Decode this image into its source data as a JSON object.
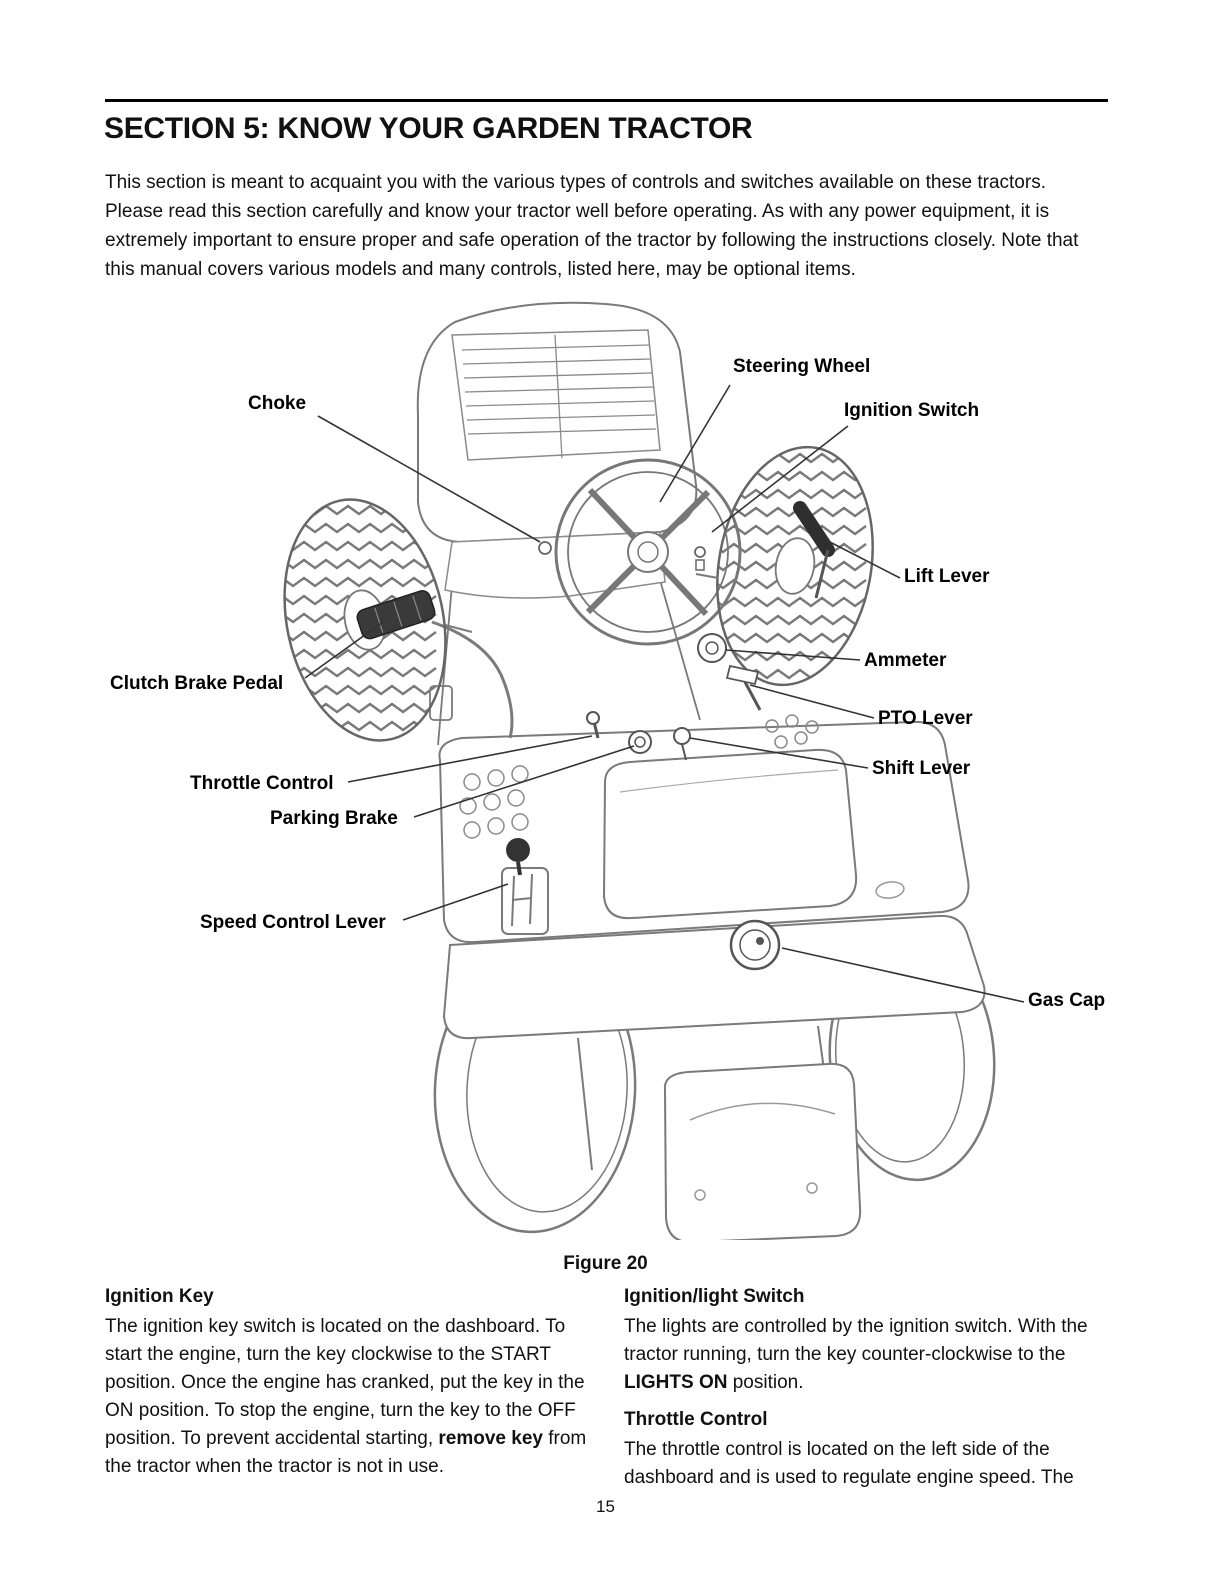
{
  "header": {
    "title": "SECTION 5:  KNOW YOUR GARDEN TRACTOR"
  },
  "intro": "This section is meant to acquaint you with the various types of controls and switches available on these tractors. Please read this section carefully and know your tractor well before operating. As with any power equipment, it is extremely important to ensure proper and safe operation of the tractor by following the instructions closely. Note that this manual covers various models and many controls, listed here, may be optional items.",
  "diagram": {
    "labels": [
      {
        "id": "steering-wheel",
        "text": "Steering Wheel"
      },
      {
        "id": "choke",
        "text": "Choke"
      },
      {
        "id": "ignition-switch",
        "text": "Ignition Switch"
      },
      {
        "id": "lift-lever",
        "text": "Lift Lever"
      },
      {
        "id": "ammeter",
        "text": "Ammeter"
      },
      {
        "id": "clutch-brake-pedal",
        "text": "Clutch Brake Pedal"
      },
      {
        "id": "pto-lever",
        "text": "PTO Lever"
      },
      {
        "id": "shift-lever",
        "text": "Shift Lever"
      },
      {
        "id": "throttle-control",
        "text": "Throttle Control"
      },
      {
        "id": "parking-brake",
        "text": "Parking Brake"
      },
      {
        "id": "speed-control-lever",
        "text": "Speed Control Lever"
      },
      {
        "id": "gas-cap",
        "text": "Gas Cap"
      }
    ]
  },
  "figure": {
    "caption": "Figure 20"
  },
  "sections": {
    "ignition_key": {
      "heading": "Ignition Key",
      "body_start": "The ignition key switch is located on the dashboard. To start the engine, turn the key clockwise to the START position. Once the engine has cranked, put the key in the ON position. To stop the engine, turn the key to the OFF position. To prevent accidental starting, ",
      "body_bold": "remove key",
      "body_end": " from the tractor when the tractor is not in use."
    },
    "ignition_light_switch": {
      "heading": "Ignition/light Switch",
      "body_start": "The lights are controlled by the ignition switch. With the tractor running, turn the key counter-clockwise to the ",
      "body_bold": "LIGHTS ON",
      "body_end": " position."
    },
    "throttle_control": {
      "heading": "Throttle Control",
      "body": "The throttle control is located on the left side of the dashboard and is used to regulate engine speed. The"
    }
  },
  "page": {
    "number": "15"
  }
}
